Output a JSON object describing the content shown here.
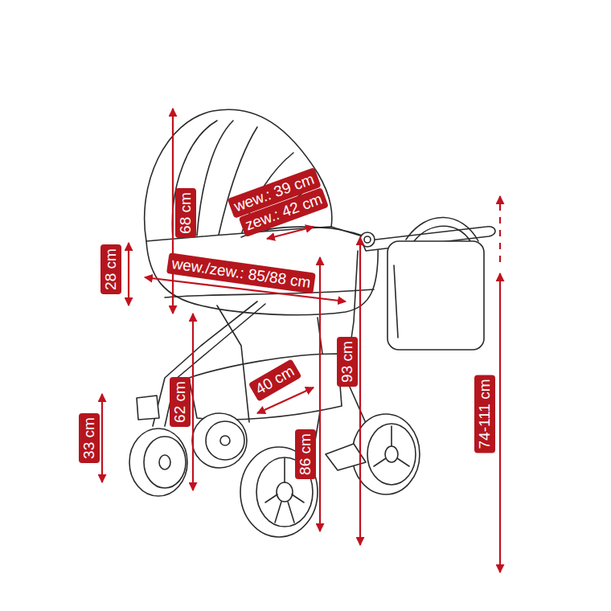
{
  "diagram": {
    "labels": [
      "wew.: 39 cm",
      "zew.: 42 cm",
      "68 cm",
      "28 cm",
      "wew./zew.: 85/88 cm",
      "40 cm",
      "62 cm",
      "93 cm",
      "33 cm",
      "86 cm",
      "74-111 cm"
    ]
  }
}
